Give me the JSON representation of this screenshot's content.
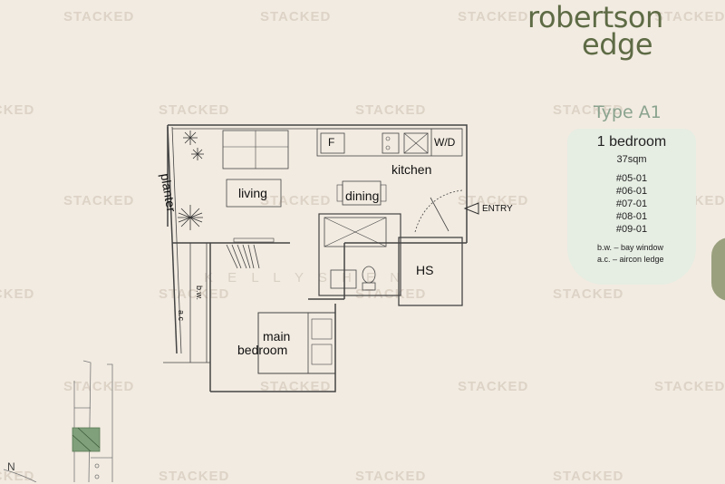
{
  "watermark": {
    "text": "STACKED",
    "overlay": "K E L L Y   S H E N"
  },
  "brand": {
    "line1": "robertson",
    "line2": "edge"
  },
  "unit_type": "Type A1",
  "bedrooms": "1 bedroom",
  "size": "37sqm",
  "units": [
    "#05-01",
    "#06-01",
    "#07-01",
    "#08-01",
    "#09-01"
  ],
  "legend": [
    "b.w. – bay window",
    "a.c. – aircon ledge"
  ],
  "rooms": {
    "kitchen": "kitchen",
    "living": "living",
    "dining": "dining",
    "fridge": "F",
    "washer_dryer": "W/D",
    "hs": "HS",
    "main_bedroom_line1": "main",
    "main_bedroom_line2": "bedroom",
    "planter": "planter",
    "bay_window": "b.w.",
    "aircon_ledge": "a.c"
  },
  "entry": "ENTRY",
  "north": "N",
  "colors": {
    "brand": "#5e6b45",
    "type_title": "#8aa38f",
    "info_bg": "#e6ede3",
    "background": "#f2ebe1"
  }
}
